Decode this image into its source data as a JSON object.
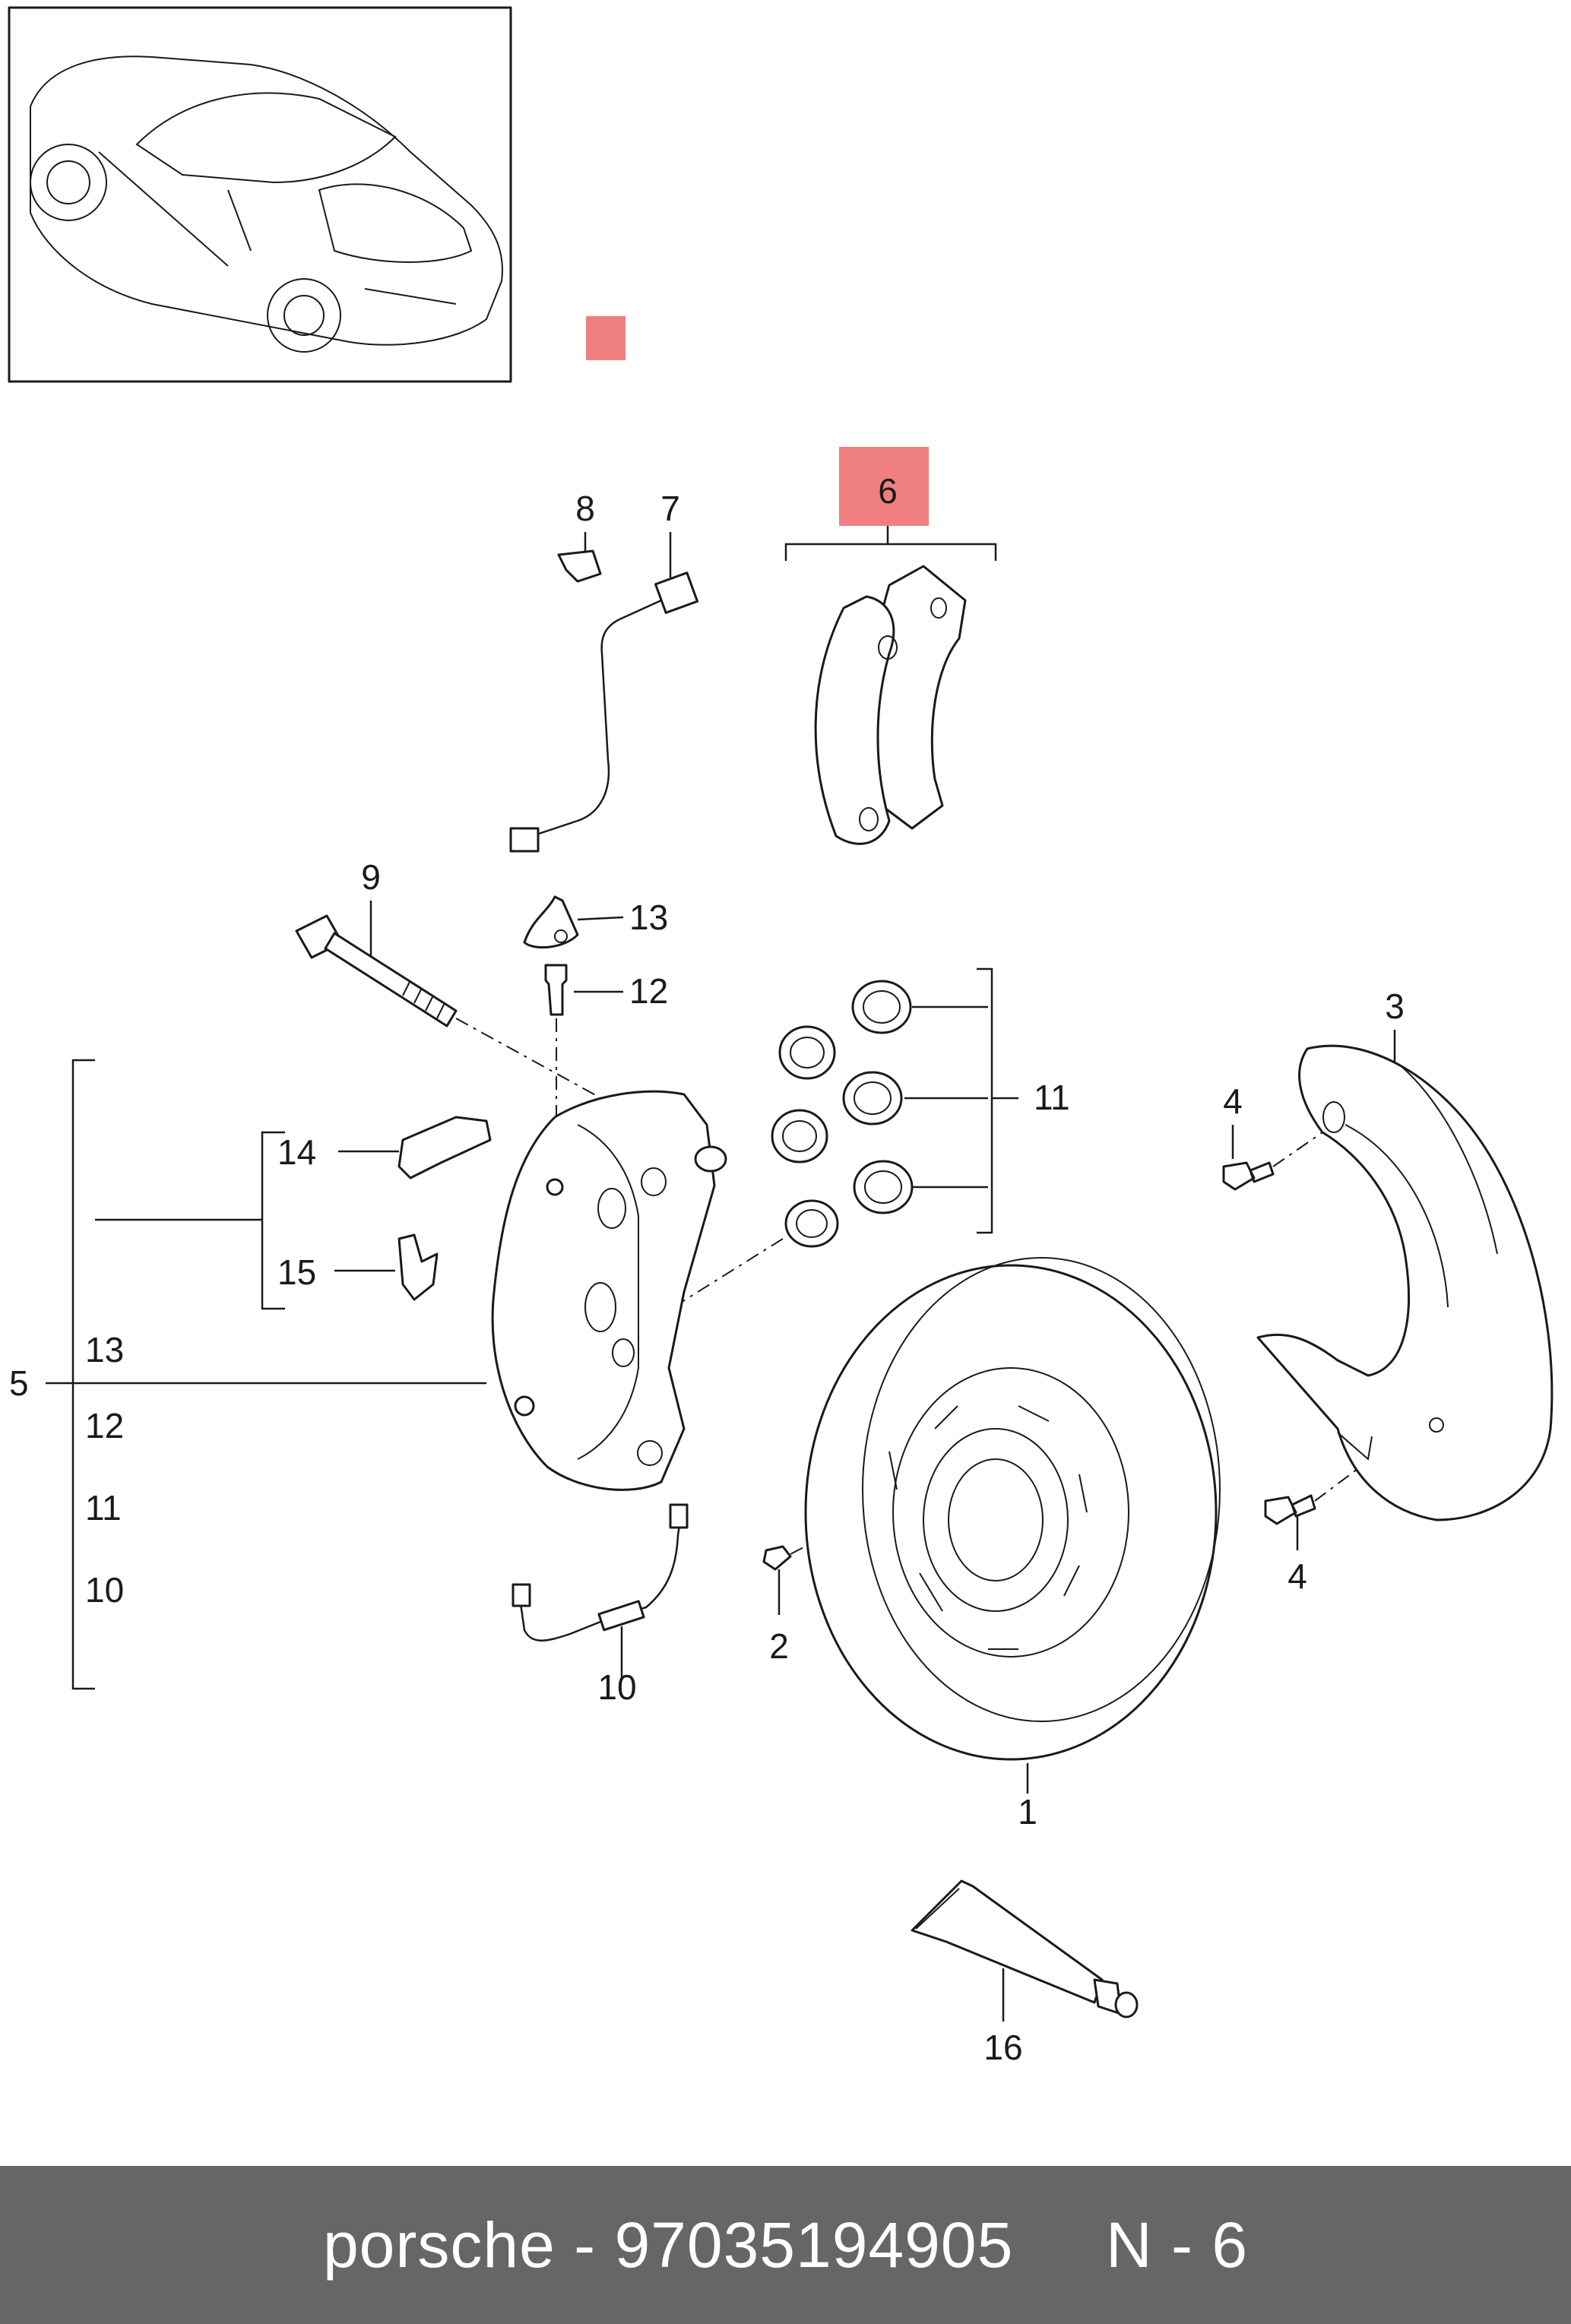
{
  "colors": {
    "highlight": "#f08080",
    "footer_bg": "#666666",
    "footer_text": "#ffffff"
  },
  "labels": {
    "p1": "1",
    "p2": "2",
    "p3": "3",
    "p4a": "4",
    "p4b": "4",
    "p5": "5",
    "p6": "6",
    "p7": "7",
    "p8": "8",
    "p9": "9",
    "p10": "10",
    "p11": "11",
    "p12": "12",
    "p13": "13",
    "p14": "14",
    "p15": "15",
    "p16": "16",
    "g13": "13",
    "g12": "12",
    "g11": "11",
    "g10": "10"
  },
  "footer": {
    "text": "porsche - 97035194905     N - 6"
  }
}
